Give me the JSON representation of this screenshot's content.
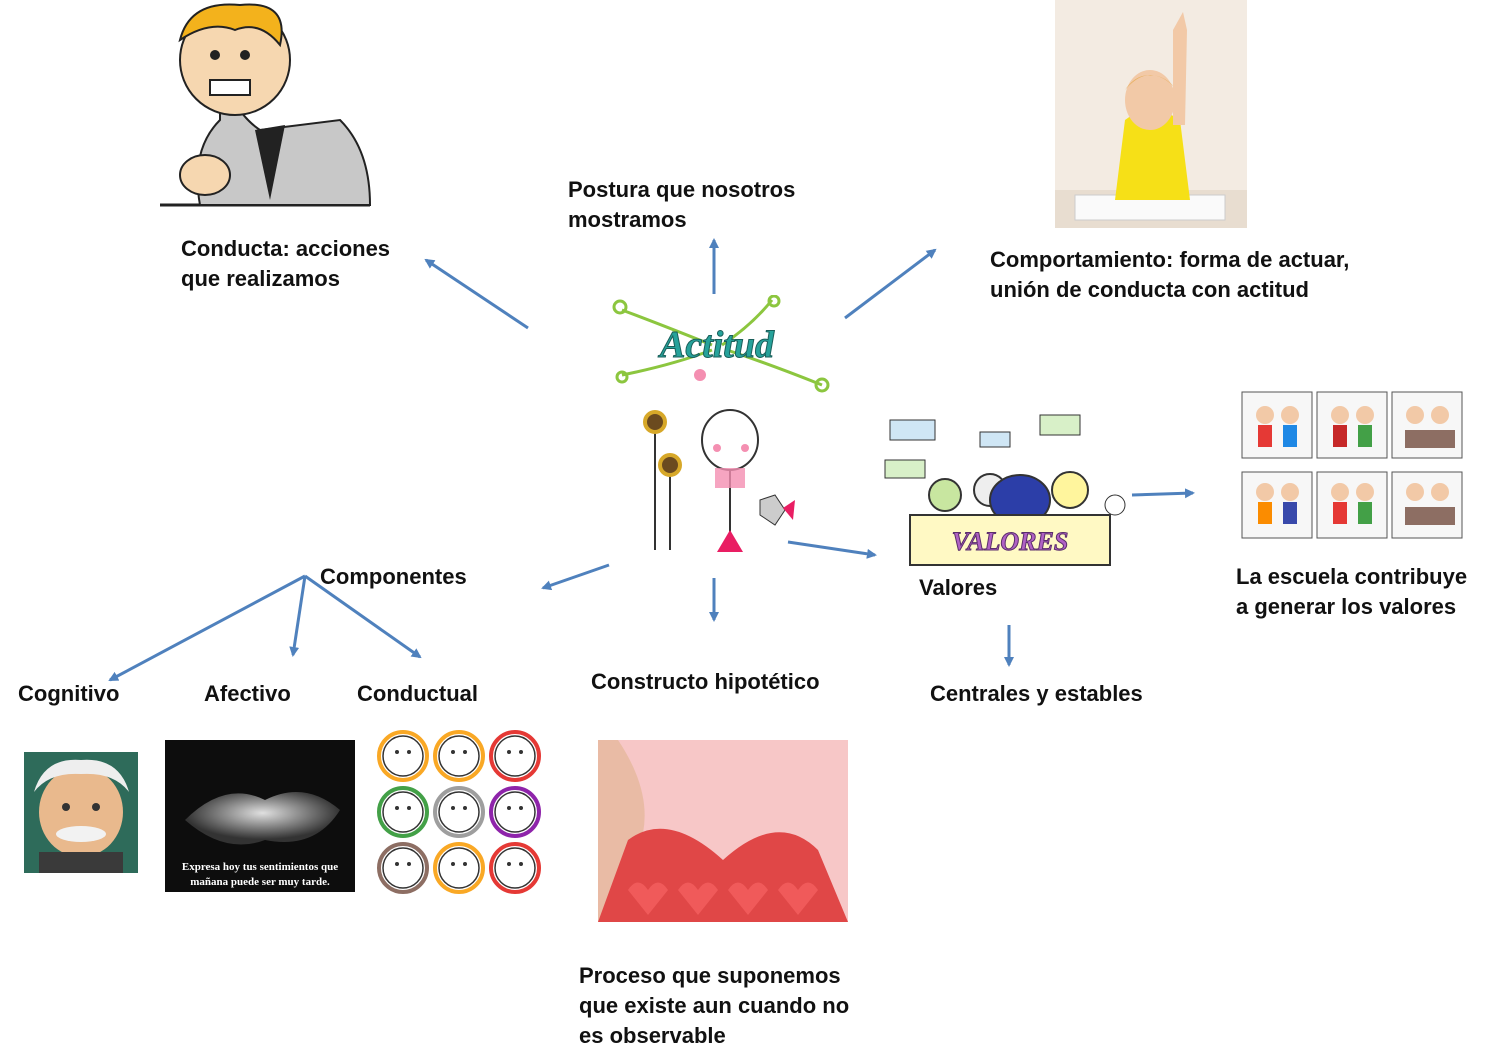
{
  "colors": {
    "arrow": "#4f81bd",
    "text": "#111111"
  },
  "labels": {
    "conducta": "Conducta: acciones\nque realizamos",
    "postura": "Postura que nosotros\nmostramos",
    "comportamiento": "Comportamiento: forma de actuar,\nunión de conducta con actitud",
    "componentes": "Componentes",
    "cognitivo": "Cognitivo",
    "afectivo": "Afectivo",
    "conductual": "Conductual",
    "constructo": "Constructo hipotético",
    "proceso": "Proceso que suponemos\n que existe aun cuando no\nes observable",
    "valores": "Valores",
    "centrales": "Centrales y  estables",
    "escuela": "La escuela contribuye\na generar los valores"
  },
  "images": {
    "actitud_logo_text": "Actitud",
    "valores_banner_text": "VALORES",
    "afectivo_caption": "Expresa hoy tus sentimientos que\nmañana puede ser muy tarde."
  },
  "icons": [
    "angry-man-illustration",
    "girl-raising-hand-photo",
    "actitud-logo",
    "girl-watering-flowers-illustration",
    "valores-kids-illustration",
    "school-kids-grid",
    "einstein-caricature",
    "holding-hands-photo",
    "emoticon-faces-grid",
    "woman-with-hearts-photo"
  ]
}
